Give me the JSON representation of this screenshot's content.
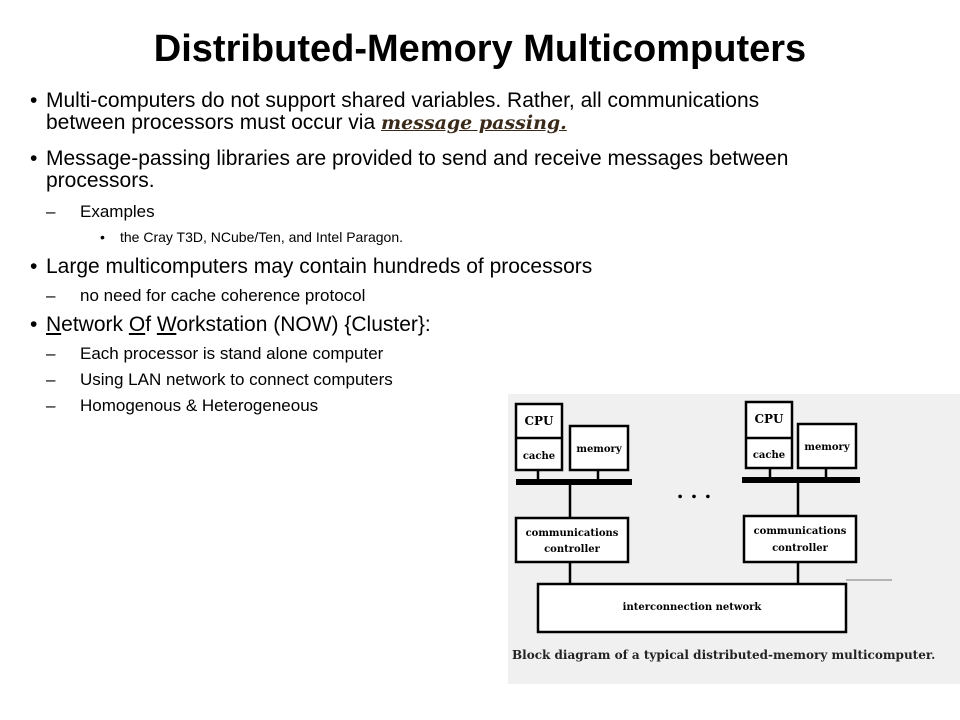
{
  "title": "Distributed-Memory Multicomputers",
  "bullets": {
    "b1": {
      "text": "Multi-computers do not support shared variables. Rather, all communications between processors must occur via ",
      "emph": "message passing."
    },
    "b2": {
      "text": "Message-passing libraries are provided to send and receive messages between processors.",
      "sub": "Examples",
      "subsub": "the Cray T3D, NCube/Ten, and Intel Paragon."
    },
    "b3": {
      "text": "Large multicomputers may contain hundreds of processors",
      "sub": "no need for cache coherence protocol"
    },
    "b4": {
      "n": "N",
      "n_rest": "etwork ",
      "o": "O",
      "o_rest": "f ",
      "w": "W",
      "w_rest": "orkstation (NOW) {Cluster}:",
      "subs": [
        "Each processor is stand alone computer",
        "Using LAN network to connect computers",
        "Homogenous & Heterogeneous"
      ]
    }
  },
  "diagram": {
    "cpu_label": "CPU",
    "cache_label": "cache",
    "memory_label": "memory",
    "comm_label_1": "communications",
    "comm_label_2": "controller",
    "ellipsis": ". . .",
    "network_label": "interconnection network",
    "caption": "Block diagram of a typical distributed-memory multicomputer."
  }
}
